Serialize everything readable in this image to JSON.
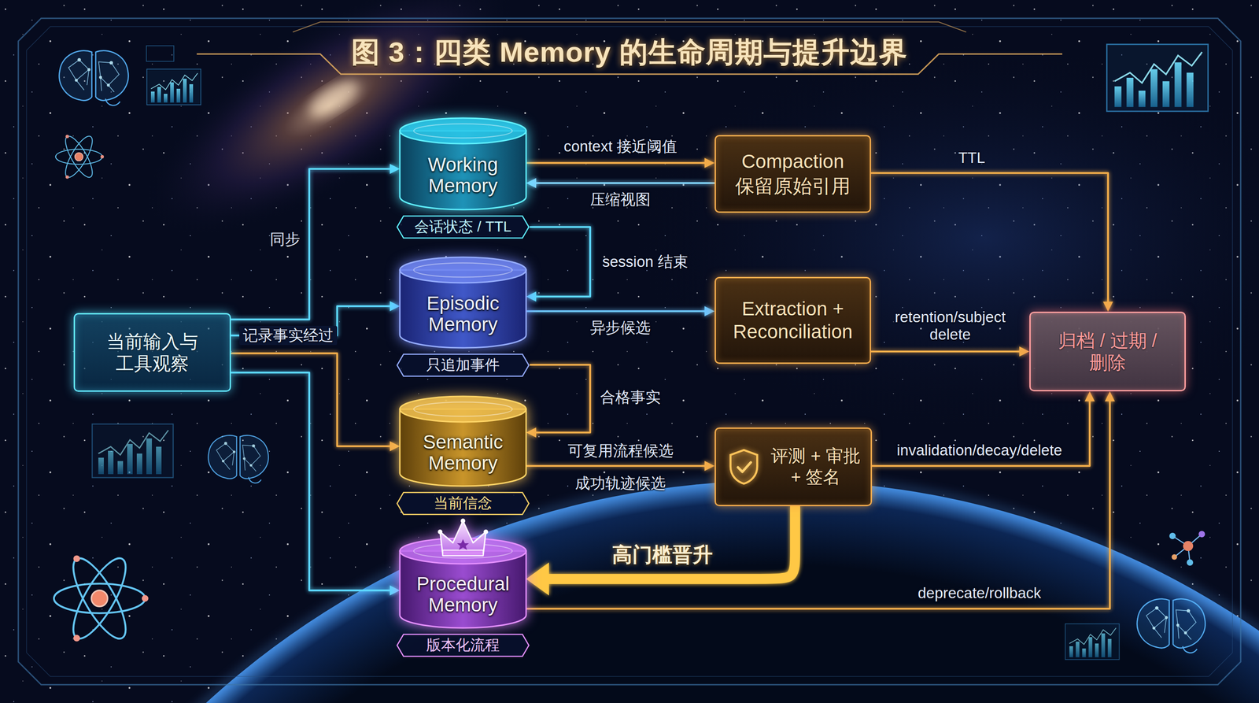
{
  "diagram": {
    "title": "图 3：四类 Memory 的生命周期与提升边界",
    "nodes": [
      {
        "text": [
          "当前输入与 工具观察"
        ]
      },
      {
        "text": [
          "Working Memory",
          "会话状态 / TTL"
        ]
      },
      {
        "text": [
          "Episodic Memory",
          "只追加事件"
        ]
      },
      {
        "text": [
          "Semantic Memory",
          "当前信念"
        ]
      },
      {
        "text": [
          "Procedural Memory",
          "版本化流程"
        ]
      },
      {
        "text": [
          "Compaction",
          "保留原始引用"
        ]
      },
      {
        "text": [
          "Extraction + Reconciliation"
        ]
      },
      {
        "text": [
          "评测 + 审批 + 签名"
        ]
      },
      {
        "text": [
          "归档 / 过期 / 删除"
        ]
      }
    ],
    "edges": [
      {
        "from": 0,
        "to": 1,
        "label": "同步",
        "arrow": "to"
      },
      {
        "from": 0,
        "to": 2,
        "label": "记录事实经过",
        "arrow": "to"
      },
      {
        "from": 0,
        "to": 3,
        "arrow": "to"
      },
      {
        "from": 0,
        "to": 4,
        "arrow": "to"
      },
      {
        "from": 1,
        "to": 5,
        "label": "context 接近阈值",
        "arrow": "to"
      },
      {
        "from": 5,
        "to": 1,
        "label": "压缩视图",
        "arrow": "to"
      },
      {
        "from": 1,
        "to": 2,
        "label": "session 结束",
        "arrow": "to"
      },
      {
        "from": 2,
        "to": 6,
        "label": "异步候选",
        "arrow": "to"
      },
      {
        "from": 2,
        "to": 3,
        "label": "合格事实",
        "arrow": "to"
      },
      {
        "from": 3,
        "to": 7,
        "label": "可复用流程候选",
        "arrow": "to"
      },
      {
        "from": 7,
        "to": 4,
        "label": "高门槛晋升",
        "arrow": "to"
      },
      {
        "from": 5,
        "to": 8,
        "label": "TTL",
        "arrow": "to"
      },
      {
        "from": 6,
        "to": 8,
        "label": "retention/subject delete",
        "arrow": "to"
      },
      {
        "from": 7,
        "to": 8,
        "label": "invalidation/decay/delete",
        "arrow": "to"
      },
      {
        "from": 4,
        "to": 8,
        "label": "deprecate/rollback",
        "arrow": "to"
      }
    ],
    "labels": [
      "成功轨迹候选"
    ]
  }
}
